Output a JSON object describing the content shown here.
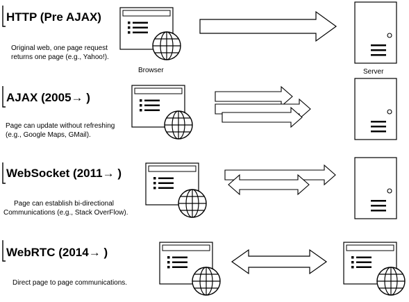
{
  "sections": [
    {
      "title": "HTTP (Pre AJAX)",
      "desc_line1": "Original web, one page request",
      "desc_line2": "returns one page (e.g., Yahoo!)."
    },
    {
      "title": "AJAX (2005→ )",
      "desc_line1": "Page can update without refreshing",
      "desc_line2": "(e.g., Google Maps, GMail)."
    },
    {
      "title": "WebSocket (2011→ )",
      "desc_line1": "Page can establish bi-directional",
      "desc_line2": "Communications (e.g., Stack OverFlow)."
    },
    {
      "title": "WebRTC (2014→ )",
      "desc_line1": "Direct page to page communications.",
      "desc_line2": ""
    }
  ],
  "labels": {
    "browser": "Browser",
    "server": "Server"
  }
}
